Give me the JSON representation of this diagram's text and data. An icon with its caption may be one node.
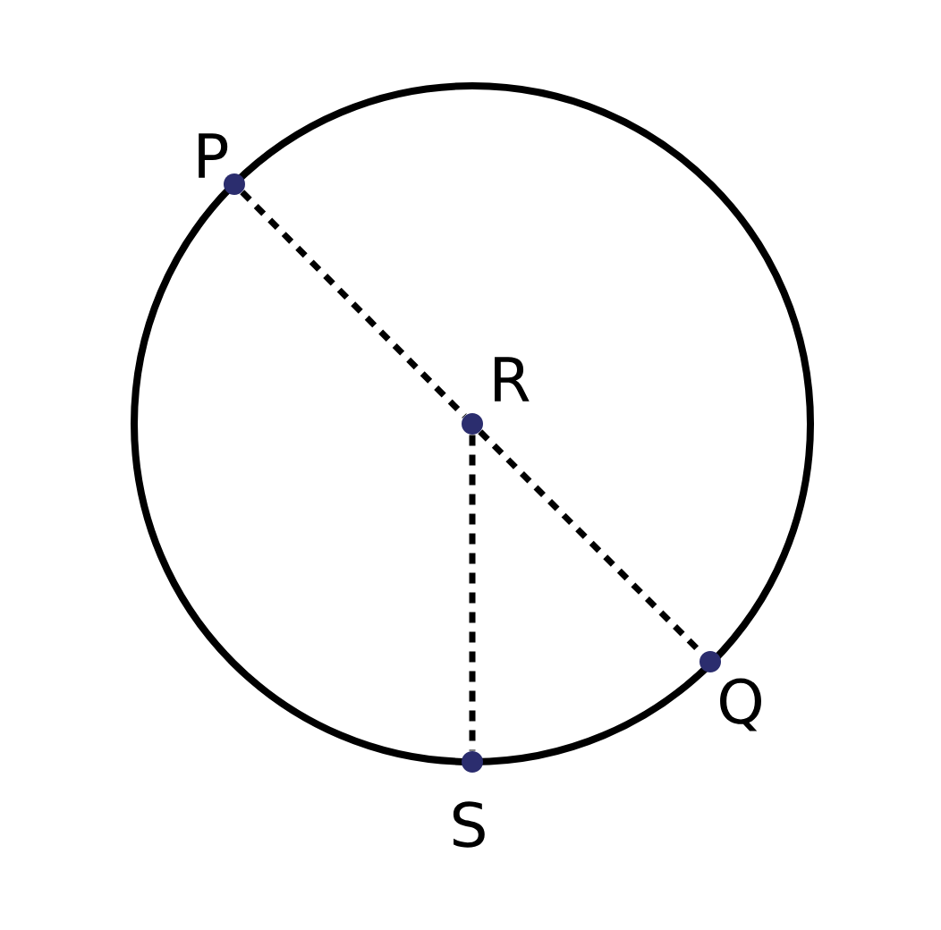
{
  "diagram": {
    "nodes": [
      {
        "text": [
          "P"
        ]
      },
      {
        "text": [
          "R"
        ]
      },
      {
        "text": [
          "Q"
        ]
      },
      {
        "text": [
          "S"
        ]
      }
    ],
    "edges": [
      {
        "from": 0,
        "to": 1,
        "arrow": "none",
        "style": "dashed"
      },
      {
        "from": 1,
        "to": 2,
        "arrow": "none",
        "style": "dashed"
      },
      {
        "from": 1,
        "to": 3,
        "arrow": "none",
        "style": "dashed"
      }
    ]
  }
}
